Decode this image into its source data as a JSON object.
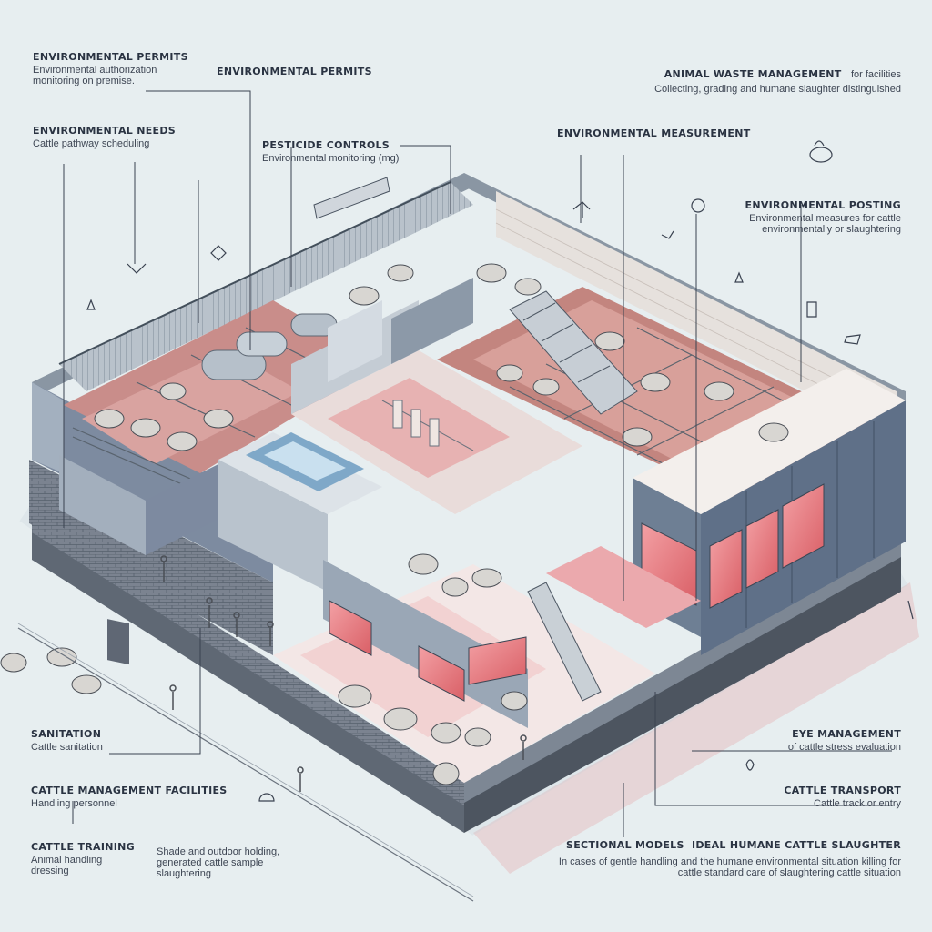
{
  "labels": {
    "env_permits_tl": {
      "title": "ENVIRONMENTAL PERMITS",
      "sub": "Environmental authorization monitoring on premise."
    },
    "env_permits_top": {
      "title": "ENVIRONMENTAL PERMITS"
    },
    "env_needs": {
      "title": "ENVIRONMENTAL NEEDS",
      "sub": "Cattle pathway scheduling"
    },
    "pest_controls": {
      "title": "PESTICIDE CONTROLS",
      "sub": "Environmental monitoring (mg)"
    },
    "env_measurement": {
      "title": "ENVIRONMENTAL MEASUREMENT"
    },
    "animal_management": {
      "title": "ANIMAL WASTE MANAGEMENT",
      "suffix": "for facilities",
      "sub": "Collecting, grading and humane slaughter distinguished"
    },
    "env_posting": {
      "title": "ENVIRONMENTAL POSTING",
      "sub": "Environmental measures for cattle environmentally or slaughtering"
    },
    "sanitation": {
      "title": "SANITATION",
      "sub": "Cattle sanitation"
    },
    "cattle_management": {
      "title": "CATTLE MANAGEMENT FACILITIES",
      "sub": "Handling personnel"
    },
    "cattle_training": {
      "title": "CATTLE TRAINING",
      "sub": "Animal handling dressing"
    },
    "shade": {
      "sub": "Shade and outdoor holding, generated cattle sample slaughtering"
    },
    "eye_management": {
      "title": "EYE MANAGEMENT",
      "sub": "of cattle stress evaluation"
    },
    "cattle_transport": {
      "title": "CATTLE TRANSPORT",
      "sub": "Cattle track or entry"
    },
    "sectional_models": {
      "title": "SECTIONAL MODELS"
    },
    "ideal_cattle": {
      "title": "IDEAL HUMANE CATTLE SLAUGHTER",
      "sub": "In cases of gentle handling and the humane environmental situation killing for cattle standard care of slaughtering cattle situation"
    }
  },
  "signs": {
    "roof_sign": "",
    "door_sign": ""
  },
  "colors": {
    "wall_blue": "#6f8196",
    "wall_light": "#d7dde3",
    "brick": "#6a7380",
    "floor_red": "#c9898a",
    "meat_red": "#e8777d",
    "background": "#e7eef0",
    "leader": "#3a4250"
  }
}
